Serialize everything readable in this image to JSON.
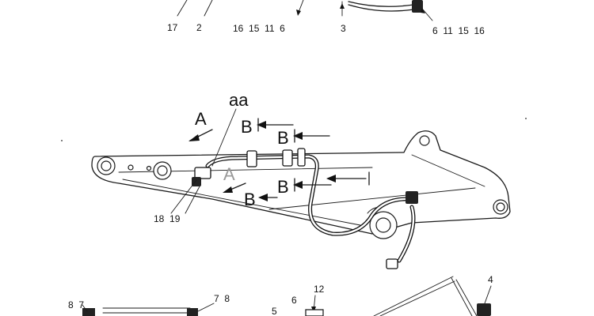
{
  "labels": {
    "top_17": "17",
    "top_2": "2",
    "top_16_15_11_6": "16  15  11  6",
    "top_3": "3",
    "top_6_11_15_16": "6  11  15  16",
    "aa": "aa",
    "view_a": "A",
    "view_a_grey": "A",
    "b1": "B",
    "b2": "B",
    "b3": "B",
    "b4": "B",
    "callout_18_19": "18  19",
    "bottom_8_7": "8  7",
    "bottom_7_8": "7  8",
    "bottom_5": "5",
    "bottom_6": "6",
    "bottom_12": "12",
    "bottom_4": "4"
  }
}
